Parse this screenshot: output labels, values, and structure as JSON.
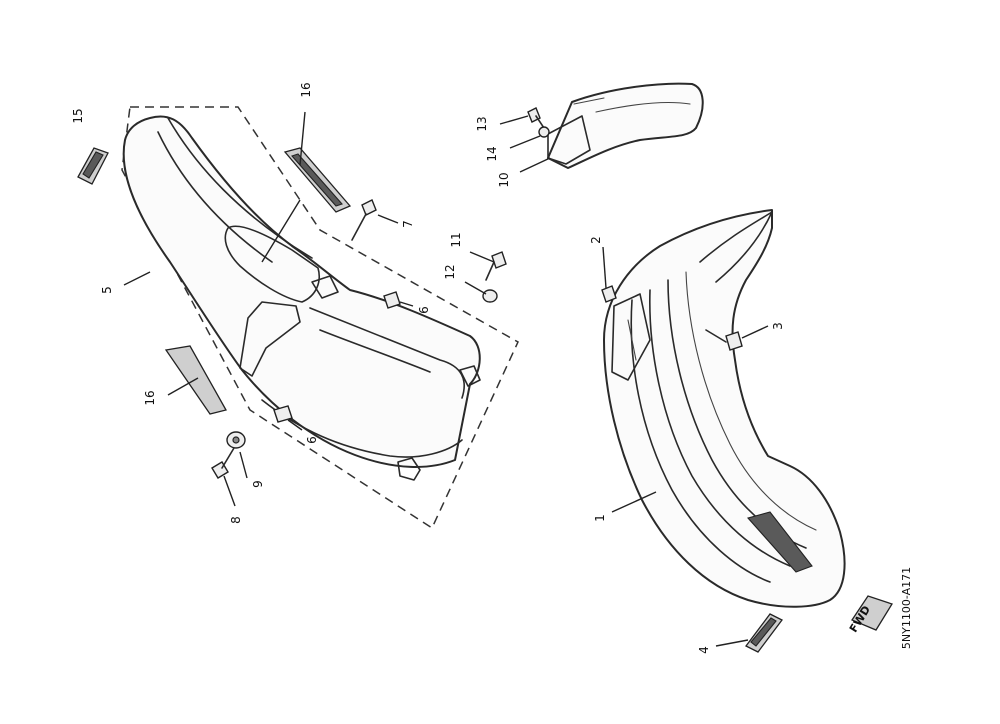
{
  "diagram": {
    "drawing_code": "5NY1100-A171",
    "decal_text": "FWD",
    "callouts": [
      {
        "id": "c1",
        "label": "1"
      },
      {
        "id": "c2",
        "label": "2"
      },
      {
        "id": "c3",
        "label": "3"
      },
      {
        "id": "c4",
        "label": "4"
      },
      {
        "id": "c5",
        "label": "5"
      },
      {
        "id": "c6a",
        "label": "6"
      },
      {
        "id": "c6b",
        "label": "6"
      },
      {
        "id": "c7",
        "label": "7"
      },
      {
        "id": "c8",
        "label": "8"
      },
      {
        "id": "c9",
        "label": "9"
      },
      {
        "id": "c10",
        "label": "10"
      },
      {
        "id": "c11",
        "label": "11"
      },
      {
        "id": "c12",
        "label": "12"
      },
      {
        "id": "c13",
        "label": "13"
      },
      {
        "id": "c14",
        "label": "14"
      },
      {
        "id": "c15",
        "label": "15"
      },
      {
        "id": "c16a",
        "label": "16"
      },
      {
        "id": "c16b",
        "label": "16"
      }
    ]
  }
}
